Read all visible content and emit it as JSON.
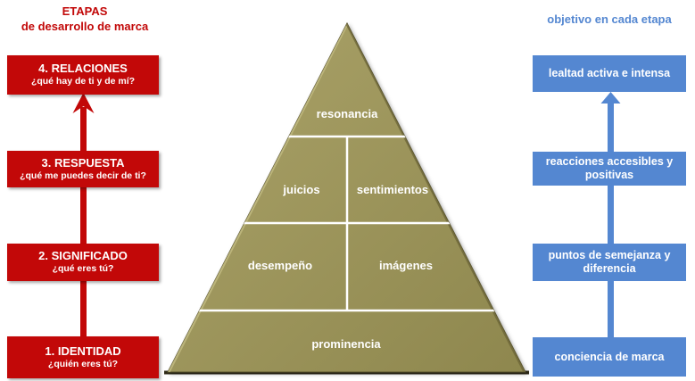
{
  "page": {
    "background_color": "#FFFFFF"
  },
  "left_panel": {
    "heading": {
      "line1": "ETAPAS",
      "line2": "de desarrollo de marca"
    },
    "accent_color": "#C20808",
    "stages": [
      {
        "title": "4. RELACIONES",
        "question": "¿qué hay de ti y de mí?"
      },
      {
        "title": "3. RESPUESTA",
        "question": "¿qué me puedes decir de ti?"
      },
      {
        "title": "2. SIGNIFICADO",
        "question": "¿qué eres tú?"
      },
      {
        "title": "1. IDENTIDAD",
        "question": "¿quién eres tú?"
      }
    ]
  },
  "pyramid": {
    "fill_color": "#9D9459",
    "divider_color": "#FFFFFF",
    "levels": [
      {
        "tier": 4,
        "labels": [
          "resonancia"
        ]
      },
      {
        "tier": 3,
        "labels": [
          "juicios",
          "sentimientos"
        ]
      },
      {
        "tier": 2,
        "labels": [
          "desempeño",
          "imágenes"
        ]
      },
      {
        "tier": 1,
        "labels": [
          "prominencia"
        ]
      }
    ]
  },
  "right_panel": {
    "heading": "objetivo en cada etapa",
    "accent_color": "#5487D1",
    "objectives": [
      {
        "label": "lealtad activa e intensa"
      },
      {
        "label": "reacciones accesibles y positivas"
      },
      {
        "label": "puntos de semejanza y diferencia"
      },
      {
        "label": "conciencia de marca"
      }
    ]
  }
}
